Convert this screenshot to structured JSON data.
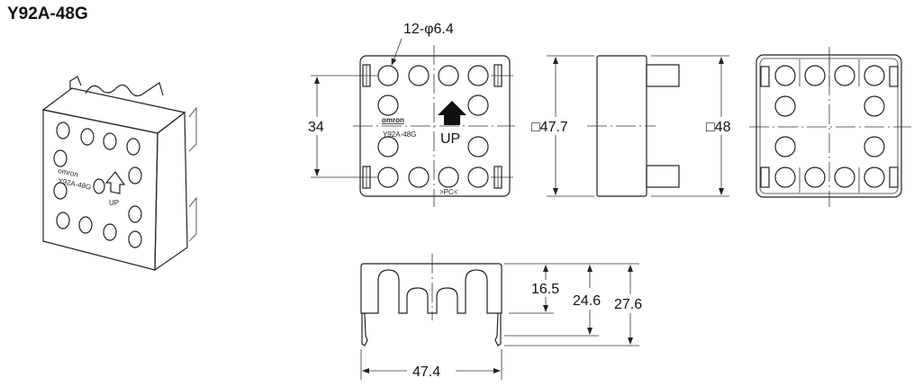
{
  "title": "Y92A-48G",
  "front_view": {
    "hole_callout": "12-φ6.4",
    "pitch_dim": "34",
    "brand": "omron",
    "model": "Y92A-48G",
    "up_label": "UP",
    "material_mark": ">PC<",
    "icon": "up-arrow-icon"
  },
  "side_view": {
    "height_dim": "□47.7"
  },
  "rear_view": {
    "size_dim": "□48"
  },
  "bottom_view": {
    "dims": [
      "16.5",
      "24.6",
      "27.6"
    ],
    "width_dim": "47.4"
  },
  "isometric": {
    "brand": "omron",
    "model": "Y92A-48G",
    "up_label": "UP"
  }
}
